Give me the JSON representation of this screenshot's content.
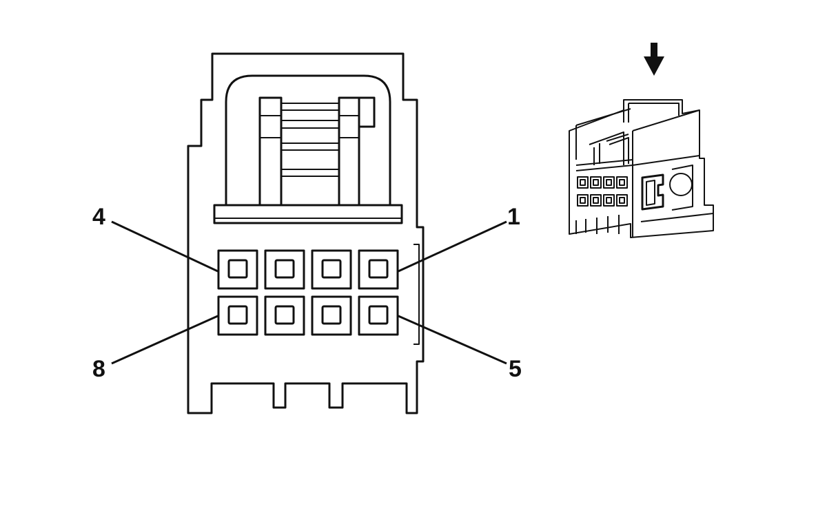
{
  "pin_labels": {
    "top_left": "4",
    "top_right": "1",
    "bottom_left": "8",
    "bottom_right": "5"
  },
  "colors": {
    "line": "#111111",
    "background": "#ffffff"
  },
  "icons": {
    "direction_arrow": "arrow-down-icon"
  }
}
